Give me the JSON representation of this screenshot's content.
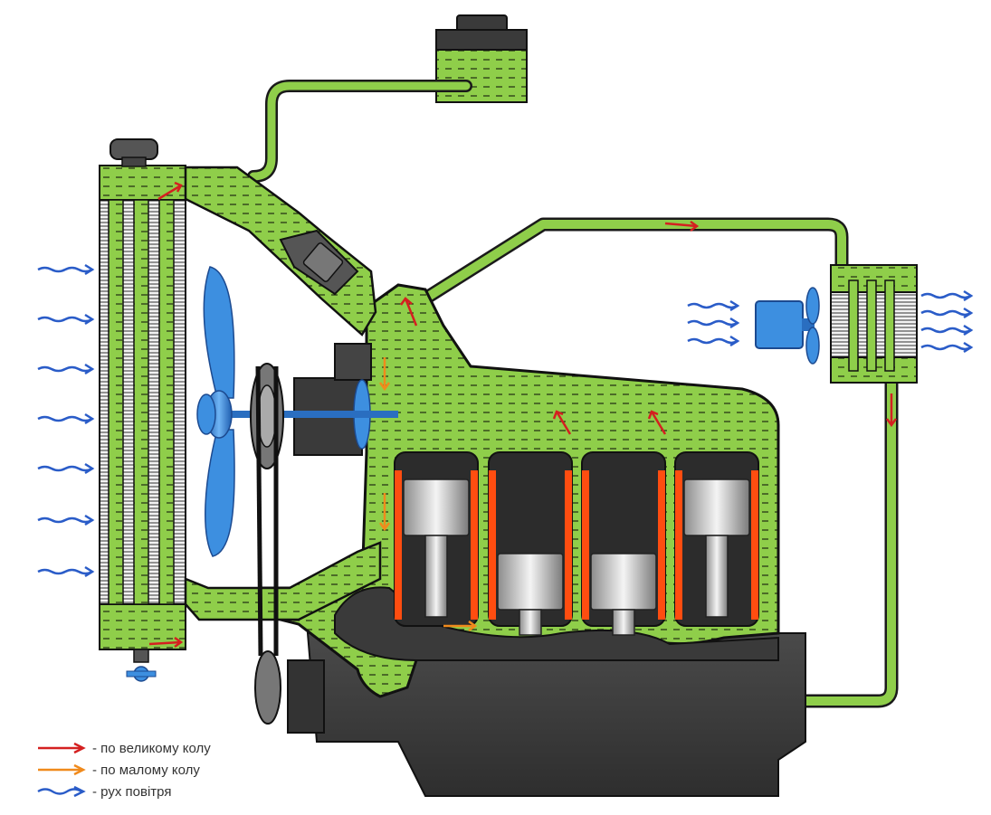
{
  "legend": {
    "items": [
      {
        "label": "- по великому колу",
        "color": "#d42020"
      },
      {
        "label": "- по малому колу",
        "color": "#f08a1c"
      },
      {
        "label": "- рух повітря",
        "color": "#2a5cc8"
      }
    ]
  },
  "colors": {
    "coolant": "#8fce4a",
    "coolant_dark": "#1e2a10",
    "engine_block": "#3a3a3a",
    "cylinder_wall": "#ff4d10",
    "fan_blue": "#3d8fe0",
    "air_flow": "#2a5cc8"
  },
  "icons": [
    "radiator-icon",
    "expansion-tank-icon",
    "fan-icon",
    "thermostat-icon",
    "water-pump-icon",
    "heater-core-icon",
    "heater-fan-icon",
    "piston-icon",
    "drain-valve-icon"
  ]
}
